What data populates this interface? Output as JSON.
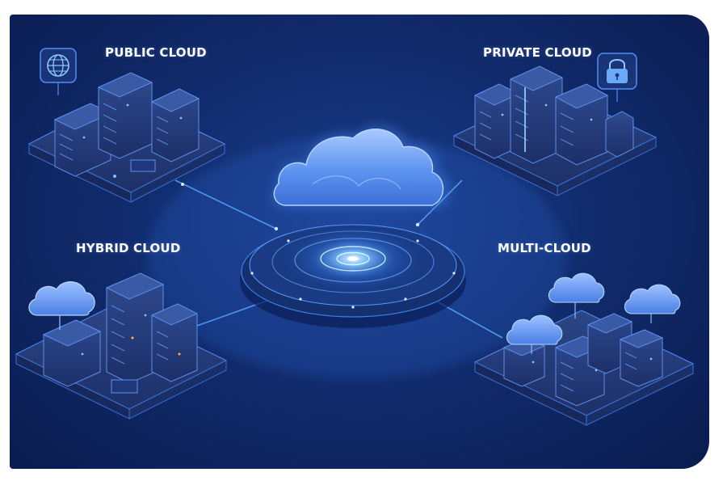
{
  "labels": {
    "public": "PUBLIC CLOUD",
    "private": "PRIVATE CLOUD",
    "hybrid": "HYBRID CLOUD",
    "multi": "MULTI-CLOUD"
  },
  "colors": {
    "background_dark": "#0a1c4f",
    "background_mid": "#1c3f8f",
    "glow": "#4da3ff",
    "platform": "#2a3f78",
    "server": "#2b3f86",
    "cloud": "#5d94f0"
  },
  "icons": {
    "public": "globe-icon",
    "private": "lock-icon",
    "center": "cloud-icon"
  }
}
